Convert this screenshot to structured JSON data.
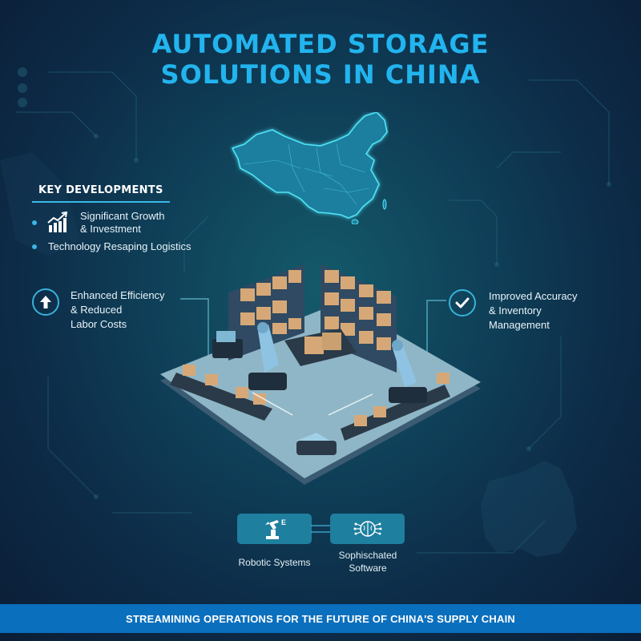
{
  "title": {
    "line1": "AUTOMATED STORAGE",
    "line2": "SOLUTIONS IN CHINA"
  },
  "key_developments": {
    "heading": "KEY DEVELOPMENTS",
    "items": [
      {
        "label_line1": "Significant Growth",
        "label_line2": "& Investment",
        "icon": "growth-chart-icon"
      },
      {
        "label_line1": "Technology Resaping Logistics",
        "icon": "bullet"
      }
    ]
  },
  "features": {
    "left": {
      "text": "Enhanced Efficiency\n& Reduced\nLabor Costs",
      "icon": "arrow-up-icon"
    },
    "right": {
      "text": "Improved Accuracy\n& Inventory\nManagement",
      "icon": "checkmark-icon"
    }
  },
  "tech": [
    {
      "label": "Robotic Systems",
      "icon": "robot-arm-icon"
    },
    {
      "label": "Sophischated\nSoftware",
      "icon": "brain-circuit-icon"
    }
  ],
  "banner": {
    "text": "STREAMINING OPERATIONS FOR THE FUTURE OF CHINA'S SUPPLY CHAIN"
  },
  "colors": {
    "title": "#22b4ee",
    "accent": "#36b3d8",
    "banner": "#0a6fbd",
    "bg_dark": "#0b1d36",
    "bg_teal": "#145a6a"
  }
}
